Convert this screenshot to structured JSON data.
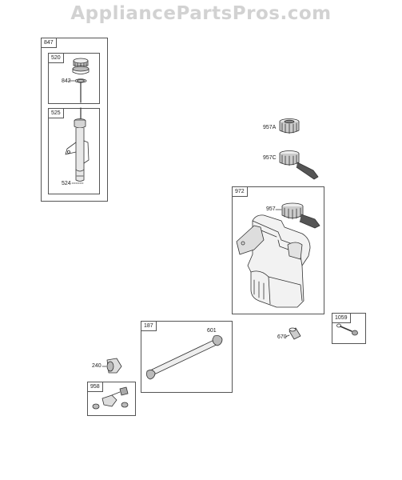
{
  "watermark": "AppliancePartsPros.com",
  "groups": {
    "g847": "847",
    "g520": "520",
    "g525": "525",
    "g972": "972",
    "g187": "187",
    "g958": "958",
    "g1059": "1059"
  },
  "labels": {
    "p842": "842",
    "p524": "524",
    "p957A": "957A",
    "p957C": "957C",
    "p957": "957",
    "p601": "601",
    "p670": "670",
    "p240": "240"
  }
}
